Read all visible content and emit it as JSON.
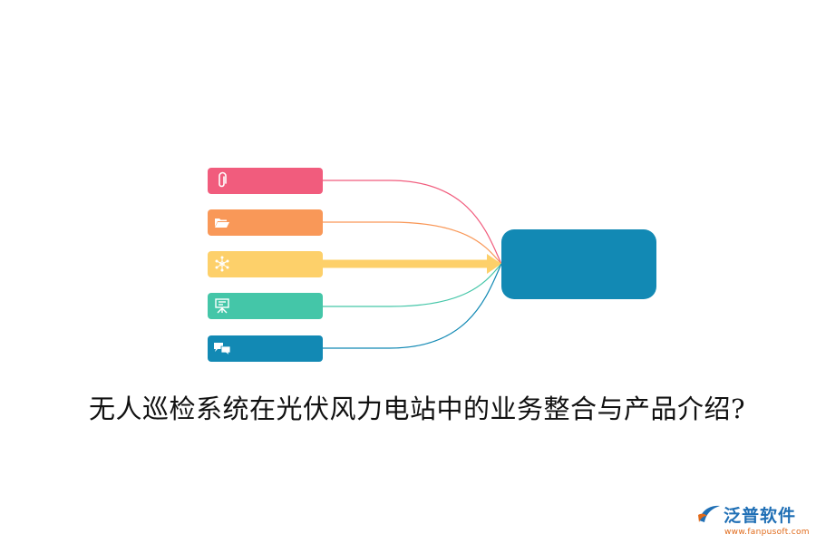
{
  "diagram": {
    "title": "无人巡检系统在光伏风力电站中的业务整合与产品介绍?",
    "hub": {
      "color": "#1289b4"
    },
    "nodes": [
      {
        "icon": "paperclip-icon",
        "color": "#f15c7d",
        "link": "thin"
      },
      {
        "icon": "folder-open-icon",
        "color": "#f99858",
        "link": "thin"
      },
      {
        "icon": "network-icon",
        "color": "#fdd06a",
        "link": "arrow"
      },
      {
        "icon": "presentation-board-icon",
        "color": "#44c6a8",
        "link": "thin"
      },
      {
        "icon": "chat-bubbles-icon",
        "color": "#1289b4",
        "link": "thin"
      }
    ]
  },
  "logo": {
    "brand": "泛普软件",
    "url": "www.fanpusoft.com",
    "brand_color": "#1f6fb5",
    "url_color": "#e06a1a"
  }
}
